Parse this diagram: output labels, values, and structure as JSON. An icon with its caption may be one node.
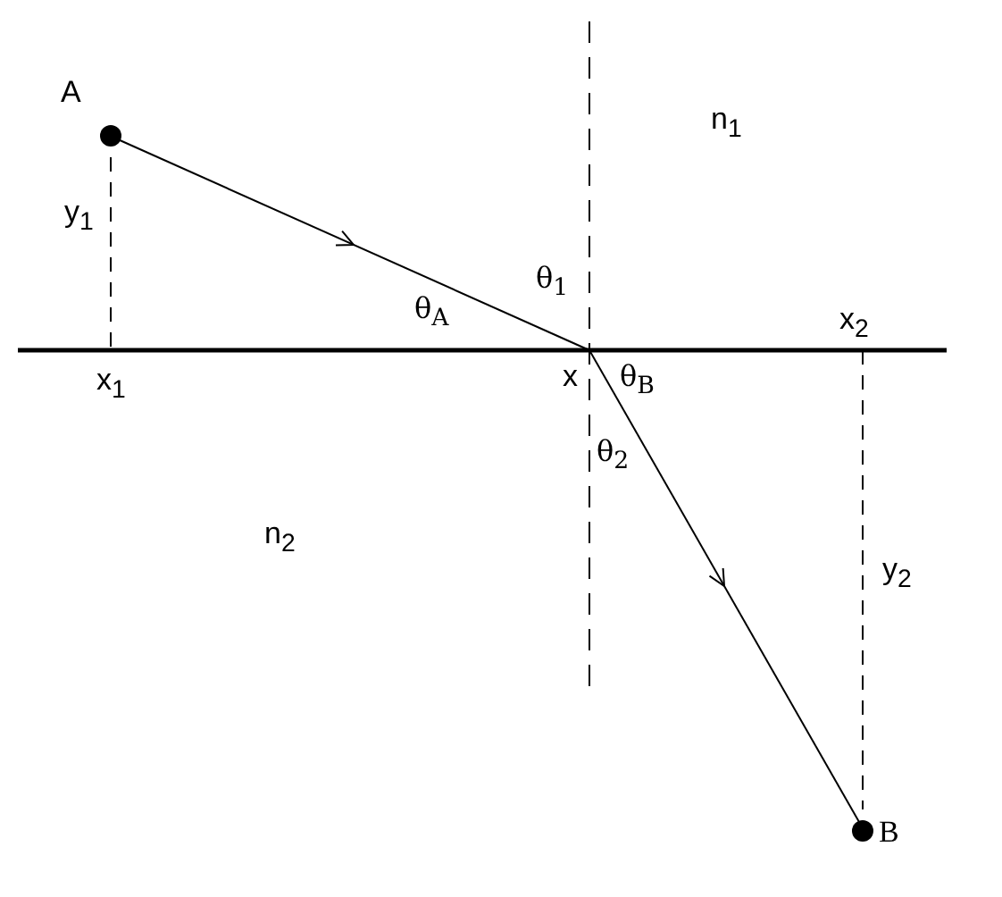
{
  "diagram": {
    "nodes": [
      {
        "text": [
          "A"
        ]
      },
      {
        "text": [
          "x"
        ]
      },
      {
        "text": [
          "B"
        ]
      }
    ],
    "edges": [
      {
        "from": 0,
        "to": 1,
        "arrow": "to"
      },
      {
        "from": 1,
        "to": 2,
        "arrow": "to"
      }
    ],
    "labels": [
      "n$_{1}$",
      "y$_{1}$",
      "θ$_{1}$",
      "θ$_{A}$",
      "x$_{1}$",
      "θ$_{B}$",
      "x$_{2}$",
      "θ$_{2}$",
      "n$_{2}$",
      "y$_{2}$"
    ]
  }
}
